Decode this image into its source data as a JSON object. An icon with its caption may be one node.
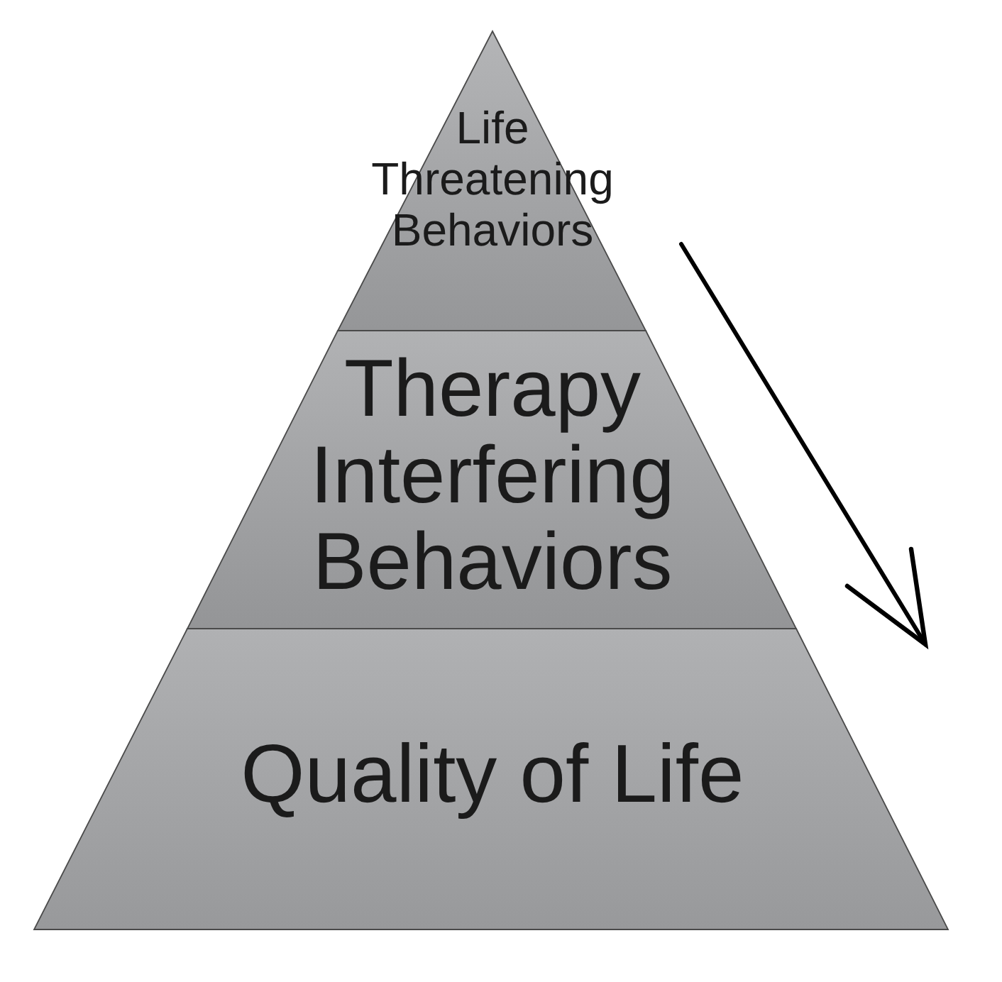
{
  "diagram": {
    "nodes": [
      {
        "text": [
          "Life Threatening Behaviors"
        ]
      },
      {
        "text": [
          "Therapy Interfering Behaviors"
        ]
      },
      {
        "text": [
          "Quality of Life"
        ]
      }
    ]
  }
}
